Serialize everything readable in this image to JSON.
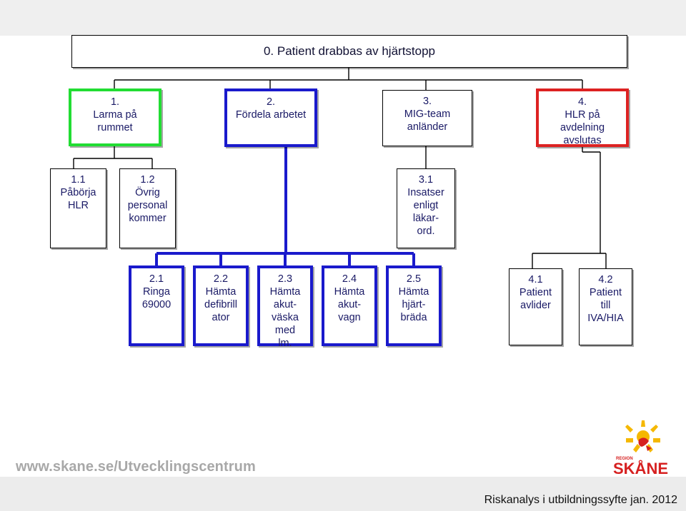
{
  "root": {
    "lines": [
      "0. Patient drabbas av hjärtstopp"
    ]
  },
  "level1": [
    {
      "id": "n1",
      "lines": [
        "1.",
        "Larma på",
        "rummet"
      ],
      "border": "#22dd33"
    },
    {
      "id": "n2",
      "lines": [
        "2.",
        "Fördela arbetet"
      ],
      "border": "#1a1acc"
    },
    {
      "id": "n3",
      "lines": [
        "3.",
        "MIG-team",
        "anländer"
      ],
      "border": "#000000"
    },
    {
      "id": "n4",
      "lines": [
        "4.",
        "HLR på",
        "avdelning",
        "avslutas"
      ],
      "border": "#dd2222"
    }
  ],
  "level2_left": [
    {
      "id": "n1_1",
      "lines": [
        "1.1",
        "Påbörja",
        "HLR"
      ]
    },
    {
      "id": "n1_2",
      "lines": [
        "1.2",
        "Övrig",
        "personal",
        "kommer"
      ]
    },
    {
      "id": "n3_1",
      "lines": [
        "3.1",
        "Insatser",
        "enligt",
        "läkar-",
        "ord."
      ]
    }
  ],
  "level2_blue": [
    {
      "id": "n2_1",
      "lines": [
        "2.1",
        "Ringa",
        "69000"
      ]
    },
    {
      "id": "n2_2",
      "lines": [
        "2.2",
        "Hämta",
        "defibrill",
        "ator"
      ]
    },
    {
      "id": "n2_3",
      "lines": [
        "2.3",
        "Hämta",
        "akut-",
        "väska",
        "med",
        "lm."
      ]
    },
    {
      "id": "n2_4",
      "lines": [
        "2.4",
        "Hämta",
        "akut-",
        "vagn"
      ]
    },
    {
      "id": "n2_5",
      "lines": [
        "2.5",
        "Hämta",
        "hjärt-",
        "bräda"
      ]
    }
  ],
  "level2_right": [
    {
      "id": "n4_1",
      "lines": [
        "4.1",
        "Patient",
        "avlider"
      ]
    },
    {
      "id": "n4_2",
      "lines": [
        "4.2",
        "Patient",
        "till",
        "IVA/HIA"
      ]
    }
  ],
  "footer": {
    "url": "www.skane.se/Utvecklingscentrum",
    "caption": "Riskanalys i utbildningssyfte jan. 2012"
  },
  "logo": {
    "small_text": "REGION",
    "name": "SKÅNE",
    "sun_color": "#f5b800",
    "text_color": "#d62020"
  },
  "colors": {
    "green": "#22dd33",
    "blue": "#1a1acc",
    "red": "#dd2222",
    "text": "#1a1a66"
  }
}
